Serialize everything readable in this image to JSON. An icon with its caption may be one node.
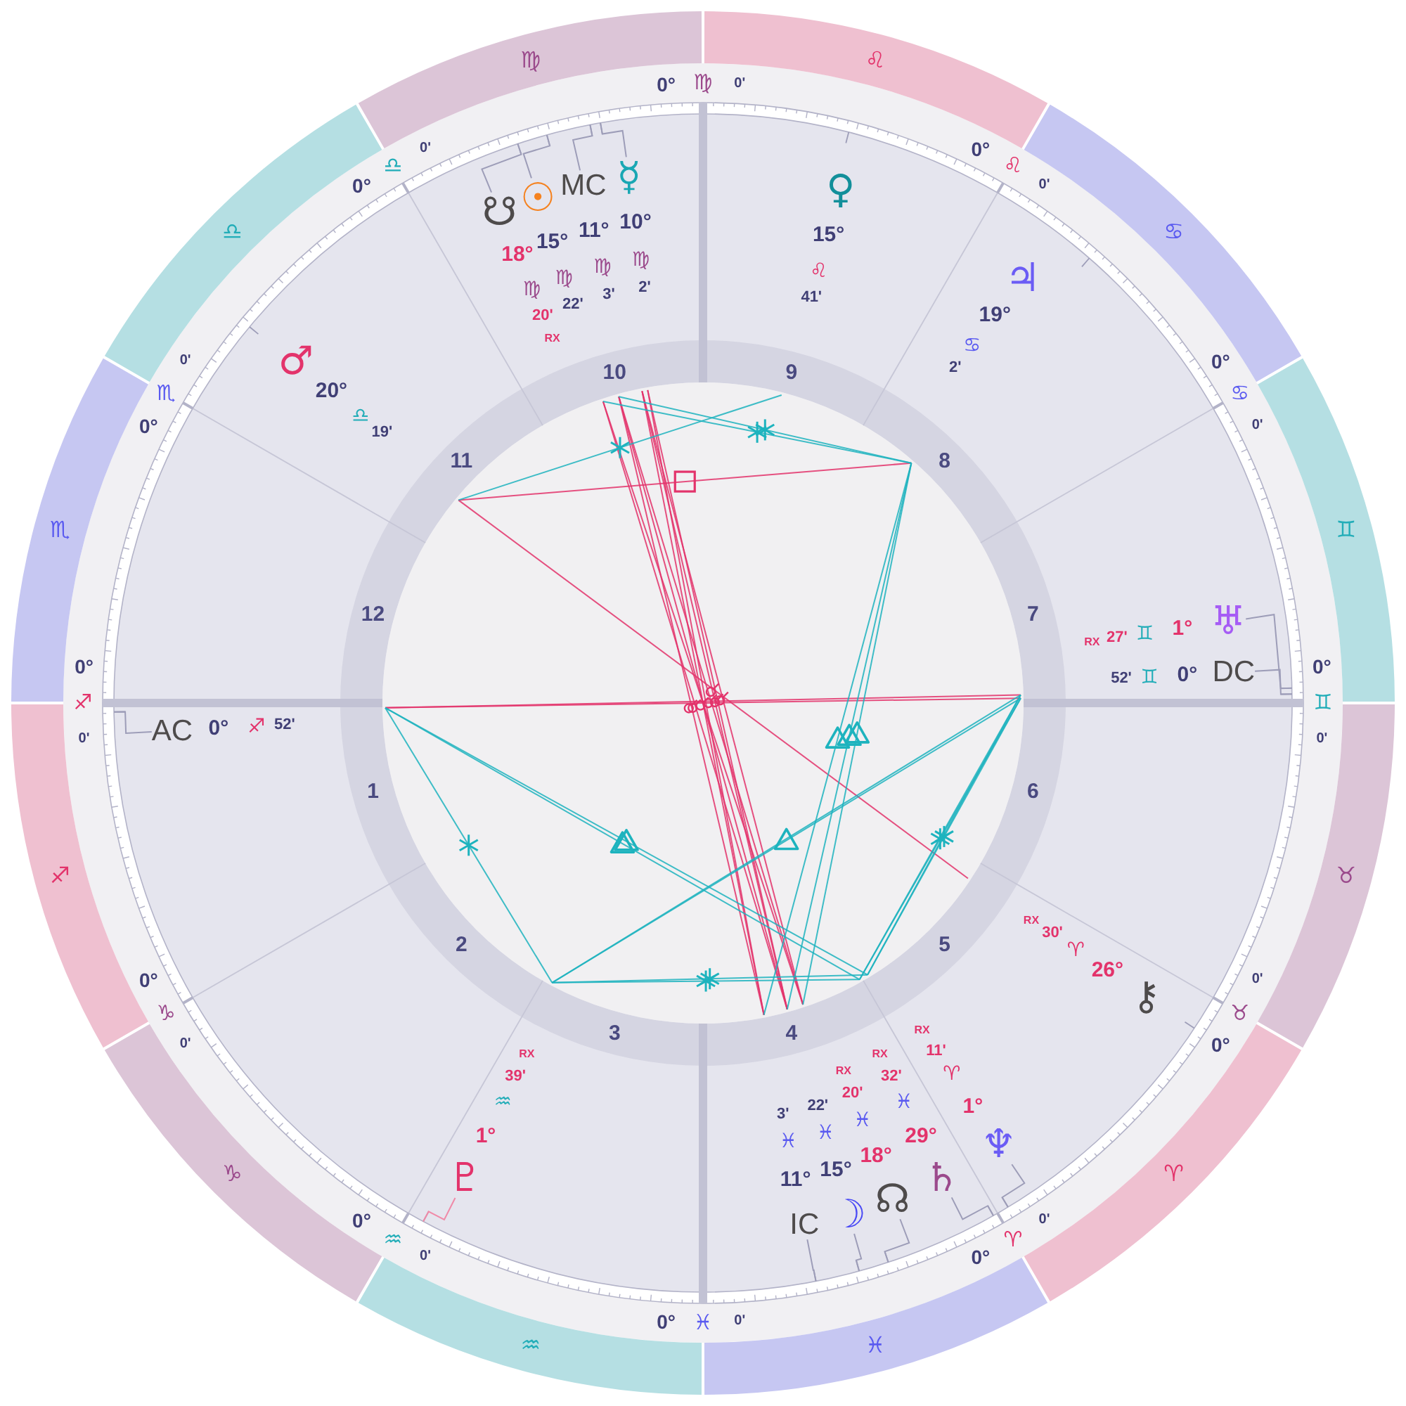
{
  "diagram": {
    "nodes": [
      {
        "text": [
          "♍"
        ]
      },
      {
        "text": [
          "♌"
        ]
      },
      {
        "text": [
          "♋"
        ]
      },
      {
        "text": [
          "♊"
        ]
      },
      {
        "text": [
          "♉"
        ]
      },
      {
        "text": [
          "♈"
        ]
      },
      {
        "text": [
          "♓"
        ]
      },
      {
        "text": [
          "♒"
        ]
      },
      {
        "text": [
          "♑"
        ]
      },
      {
        "text": [
          "♐"
        ]
      },
      {
        "text": [
          "♏"
        ]
      },
      {
        "text": [
          "♎"
        ]
      },
      {
        "text": [
          "☋"
        ],
        "beside": [
          "18°",
          "♍",
          "20'",
          "RX"
        ]
      },
      {
        "text": [
          "☉"
        ],
        "beside": [
          "15°",
          "♍",
          "22'"
        ]
      },
      {
        "text": [
          "MC"
        ],
        "beside": [
          "11°",
          "♍",
          "3'"
        ]
      },
      {
        "text": [
          "☿"
        ],
        "beside": [
          "10°",
          "♍",
          "2'"
        ]
      },
      {
        "text": [
          "♀"
        ],
        "beside": [
          "15°",
          "♌",
          "41'"
        ]
      },
      {
        "text": [
          "♃"
        ],
        "beside": [
          "19°",
          "♋",
          "2'"
        ]
      },
      {
        "text": [
          "♂"
        ],
        "beside": [
          "20°",
          "♎",
          "19'"
        ]
      },
      {
        "text": [
          "♅"
        ],
        "beside": [
          "1°",
          "♊",
          "27'",
          "RX"
        ]
      },
      {
        "text": [
          "DC"
        ],
        "beside": [
          "0°",
          "♊",
          "52'"
        ]
      },
      {
        "text": [
          "AC"
        ],
        "beside": [
          "0°",
          "♐",
          "52'"
        ]
      },
      {
        "text": [
          "⚷"
        ],
        "beside": [
          "26°",
          "♈",
          "30'",
          "RX"
        ]
      },
      {
        "text": [
          "♇"
        ],
        "beside": [
          "1°",
          "♒",
          "39'",
          "RX"
        ]
      },
      {
        "text": [
          "IC"
        ],
        "beside": [
          "11°",
          "♓",
          "3'"
        ]
      },
      {
        "text": [
          "☽"
        ],
        "beside": [
          "15°",
          "♓",
          "22'"
        ]
      },
      {
        "text": [
          "☊"
        ],
        "beside": [
          "18°",
          "♓",
          "20'",
          "RX"
        ]
      },
      {
        "text": [
          "♄"
        ],
        "beside": [
          "29°",
          "♓",
          "32'",
          "RX"
        ]
      },
      {
        "text": [
          "♆"
        ],
        "beside": [
          "1°",
          "♈",
          "11'",
          "RX"
        ]
      }
    ],
    "edges": [
      {
        "from": 12,
        "to": null,
        "arrow": "none"
      },
      {
        "from": 13,
        "to": null,
        "arrow": "none"
      },
      {
        "from": 14,
        "to": null,
        "arrow": "none"
      },
      {
        "from": 15,
        "to": null,
        "arrow": "none"
      },
      {
        "from": 19,
        "to": null,
        "arrow": "none"
      },
      {
        "from": 20,
        "to": null,
        "arrow": "none"
      },
      {
        "from": 21,
        "to": null,
        "arrow": "none"
      },
      {
        "from": 23,
        "to": null,
        "arrow": "none",
        "color": "#f08aa8"
      },
      {
        "from": 24,
        "to": null,
        "arrow": "none"
      },
      {
        "from": 25,
        "to": null,
        "arrow": "none"
      },
      {
        "from": 26,
        "to": null,
        "arrow": "none"
      },
      {
        "from": 27,
        "to": null,
        "arrow": "none"
      },
      {
        "from": 28,
        "to": null,
        "arrow": "none"
      }
    ],
    "labels": [
      "0°",
      "♍",
      "0'",
      "0°",
      "♌",
      "0'",
      "0°",
      "♋",
      "0'",
      "0°",
      "♊",
      "0'",
      "0°",
      "♉",
      "0'",
      "0°",
      "♈",
      "0'",
      "0°",
      "♓",
      "0'",
      "0°",
      "♒",
      "0'",
      "0°",
      "♑",
      "0'",
      "0°",
      "♐",
      "0'",
      "0°",
      "♏",
      "0'",
      "0°",
      "♎",
      "0'",
      "1",
      "2",
      "3",
      "4",
      "5",
      "6",
      "7",
      "8",
      "9",
      "10",
      "11",
      "12"
    ]
  }
}
